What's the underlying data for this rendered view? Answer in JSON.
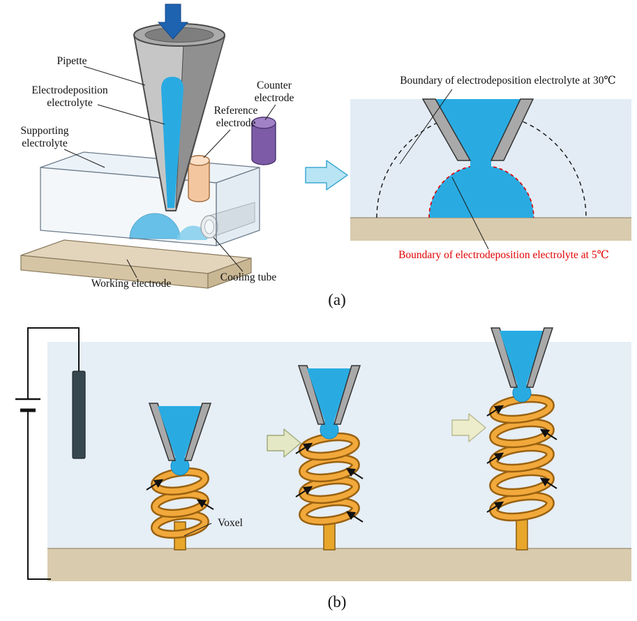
{
  "panel_a": {
    "label": "(a)",
    "callouts": {
      "pipette": "Pipette",
      "electrodeposition_line1": "Electrodeposition",
      "electrodeposition_line2": "electrolyte",
      "supporting_line1": "Supporting",
      "supporting_line2": "electrolyte",
      "counter_line1": "Counter",
      "counter_line2": "electrode",
      "reference_line1": "Reference",
      "reference_line2": "electrode",
      "working_electrode": "Working electrode",
      "cooling_tube": "Cooling tube"
    },
    "inset": {
      "boundary_30": "Boundary of electrodeposition electrolyte at 30℃",
      "boundary_5": "Boundary of electrodeposition electrolyte at 5℃"
    }
  },
  "panel_b": {
    "label": "(b)",
    "voxel": "Voxel"
  },
  "colors": {
    "electrolyte_blue": "#29ABE2",
    "boundary_5_red": "#E10000",
    "coil_gold": "#F2A93B",
    "substrate_tan": "#D9CBAE",
    "bath_blue": "#E6EEF6",
    "pipette_gray": "#A9A9A9",
    "counter_electrode_purple": "#7D5BA6",
    "reference_electrode_peach": "#F4C6A0",
    "inflow_arrow_blue": "#1E63B0",
    "transition_arrow_cyan": "#B8E4F4",
    "growth_arrow_green": "#E4E8C4"
  }
}
